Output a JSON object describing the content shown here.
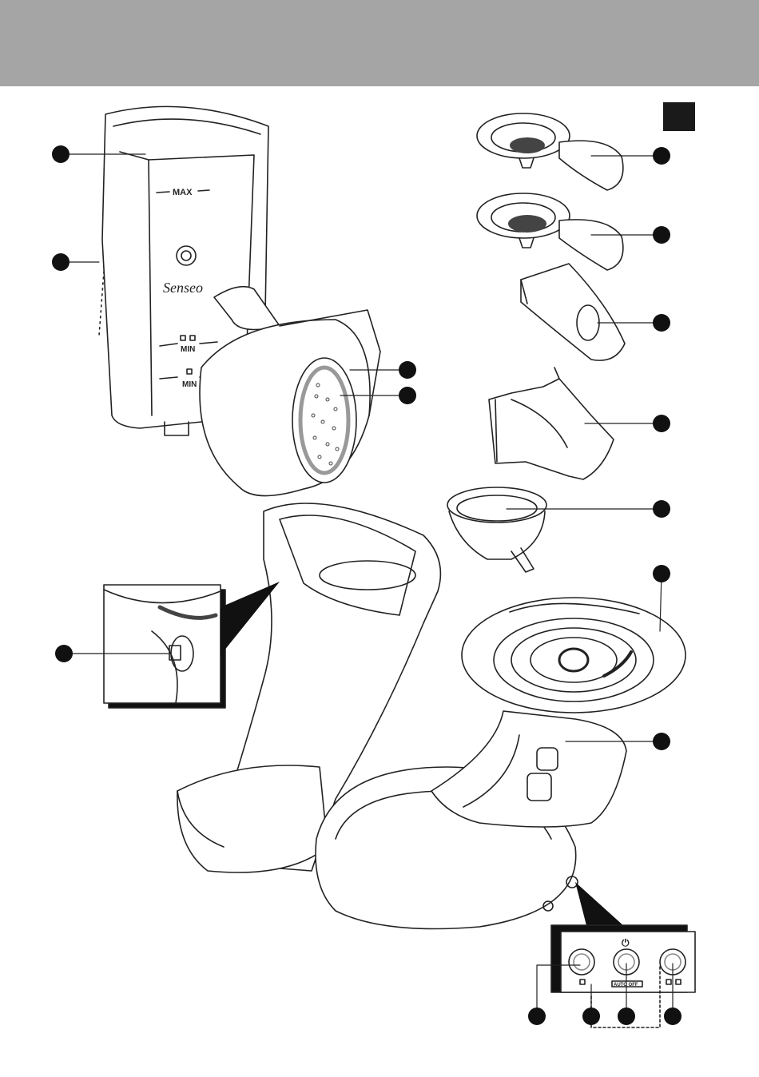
{
  "header": {
    "band_color": "#a5a5a5",
    "tab_color": "#1a1a1a"
  },
  "reservoir": {
    "max_label": "MAX",
    "min_label_double": "MIN",
    "min_label_single": "MIN",
    "brand": "Senseo"
  },
  "control_panel": {
    "power_symbol": "⏻",
    "auto_off_label": "AUTO OFF"
  },
  "callout_marker_color": "#111111"
}
